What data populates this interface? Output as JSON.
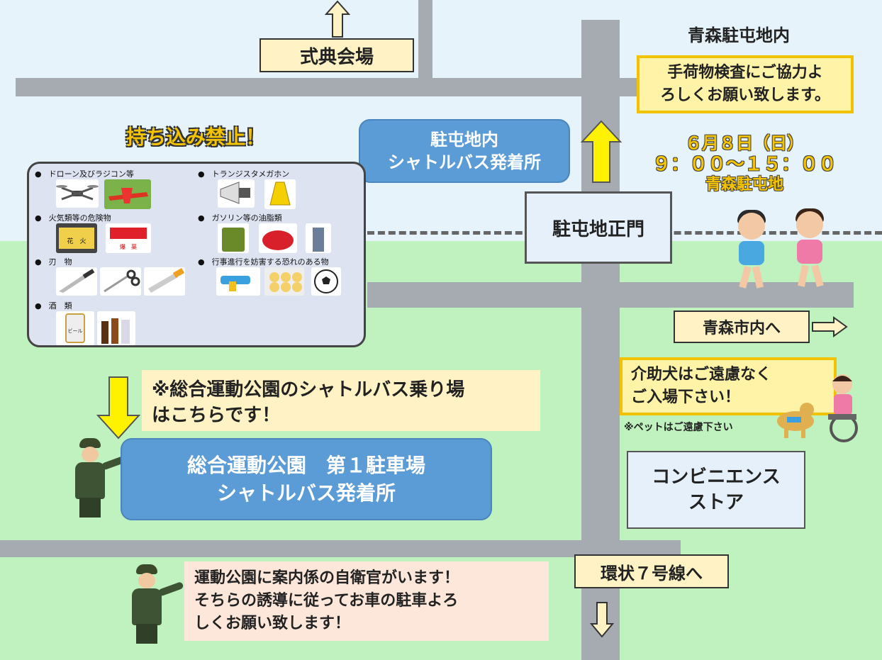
{
  "landmarks": {
    "ceremony": "式典会場",
    "camp_title": "青森駐屯地内",
    "camp_shuttle_line1": "駐屯地内",
    "camp_shuttle_line2": "シャトルバス発着所",
    "main_gate": "駐屯地正門",
    "to_city": "青森市内へ",
    "park_shuttle_line1": "総合運動公園　第１駐車場",
    "park_shuttle_line2": "シャトルバス発着所",
    "convenience_line1": "コンビニエンス",
    "convenience_line2": "ストア",
    "loop_road": "環状７号線へ"
  },
  "notices": {
    "baggage_line1": "手荷物検査にご協力よ",
    "baggage_line2": "ろしくお願い致します。",
    "date_line1": "６月８日（日）",
    "date_line2": "９：００～１５：００",
    "date_line3": "青森駐屯地",
    "bus_stop_line1": "※総合運動公園のシャトルバス乗り場",
    "bus_stop_line2": "はこちらです！",
    "guide_dog_line1": "介助犬はご遠慮なく",
    "guide_dog_line2": "ご入場下さい！",
    "pet_note": "※ペットはご遠慮下さい",
    "guide_line1": "運動公園に案内係の自衛官がいます！",
    "guide_line2": "そちらの誘導に従ってお車の駐車よろ",
    "guide_line3": "しくお願い致します！"
  },
  "prohibited": {
    "title": "持ち込み禁止！",
    "items": [
      "ドローン及びラジコン等",
      "トランジスタメガホン",
      "火気類等の危険物",
      "ガソリン等の油脂類",
      "刃　物",
      "行事進行を妨害する恐れのある物",
      "酒　類"
    ],
    "thumb_labels": {
      "hanabi": "花　火",
      "bakuchiku": "爆　薬",
      "beer": "ビール"
    }
  },
  "colors": {
    "road": "#a6abb1",
    "sky": "#e6f3fa",
    "grass": "#bff2bf",
    "accent_yellow": "#f5c400",
    "arrow_yellow": "#fff200",
    "shuttle_blue": "#5b9bd6"
  },
  "icons": {
    "arrows": [
      "up-arrow-icon",
      "down-arrow-icon",
      "right-arrow-icon"
    ],
    "people": [
      "soldier-icon",
      "children-icon",
      "wheelchair-guide-dog-icon"
    ]
  }
}
